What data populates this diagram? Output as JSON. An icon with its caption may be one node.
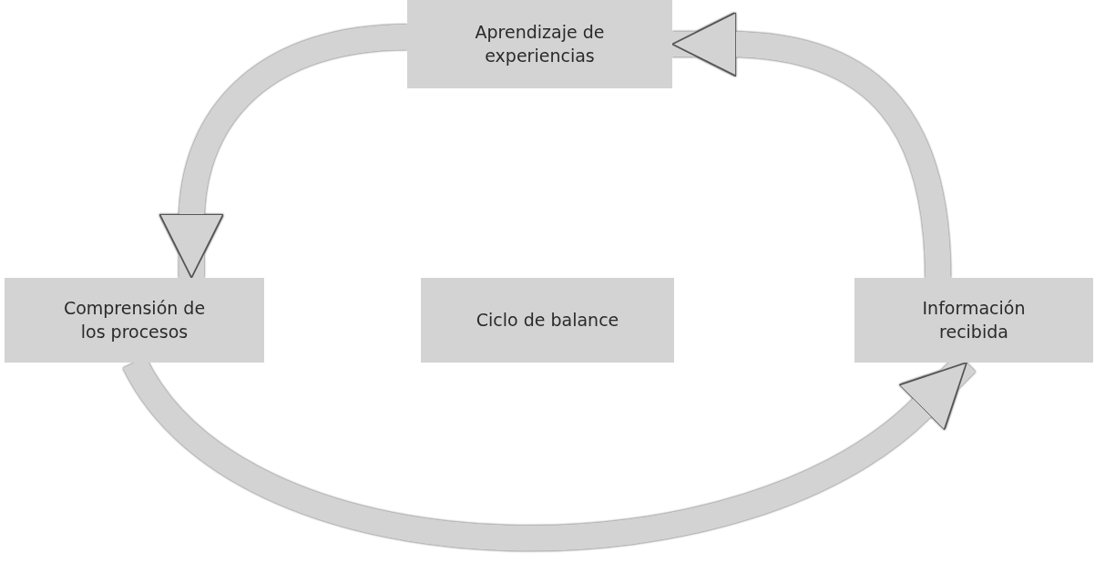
{
  "diagram": {
    "nodes": [
      {
        "text": [
          "Aprendizaje de experiencias"
        ]
      },
      {
        "text": [
          "Comprensión de los procesos"
        ]
      },
      {
        "text": [
          "Ciclo de balance"
        ]
      },
      {
        "text": [
          "Información recibida"
        ]
      }
    ],
    "edges": [
      {
        "from": 0,
        "to": 1,
        "arrow": "to"
      },
      {
        "from": 1,
        "to": 3,
        "arrow": "to"
      },
      {
        "from": 3,
        "to": 0,
        "arrow": "to"
      }
    ]
  }
}
